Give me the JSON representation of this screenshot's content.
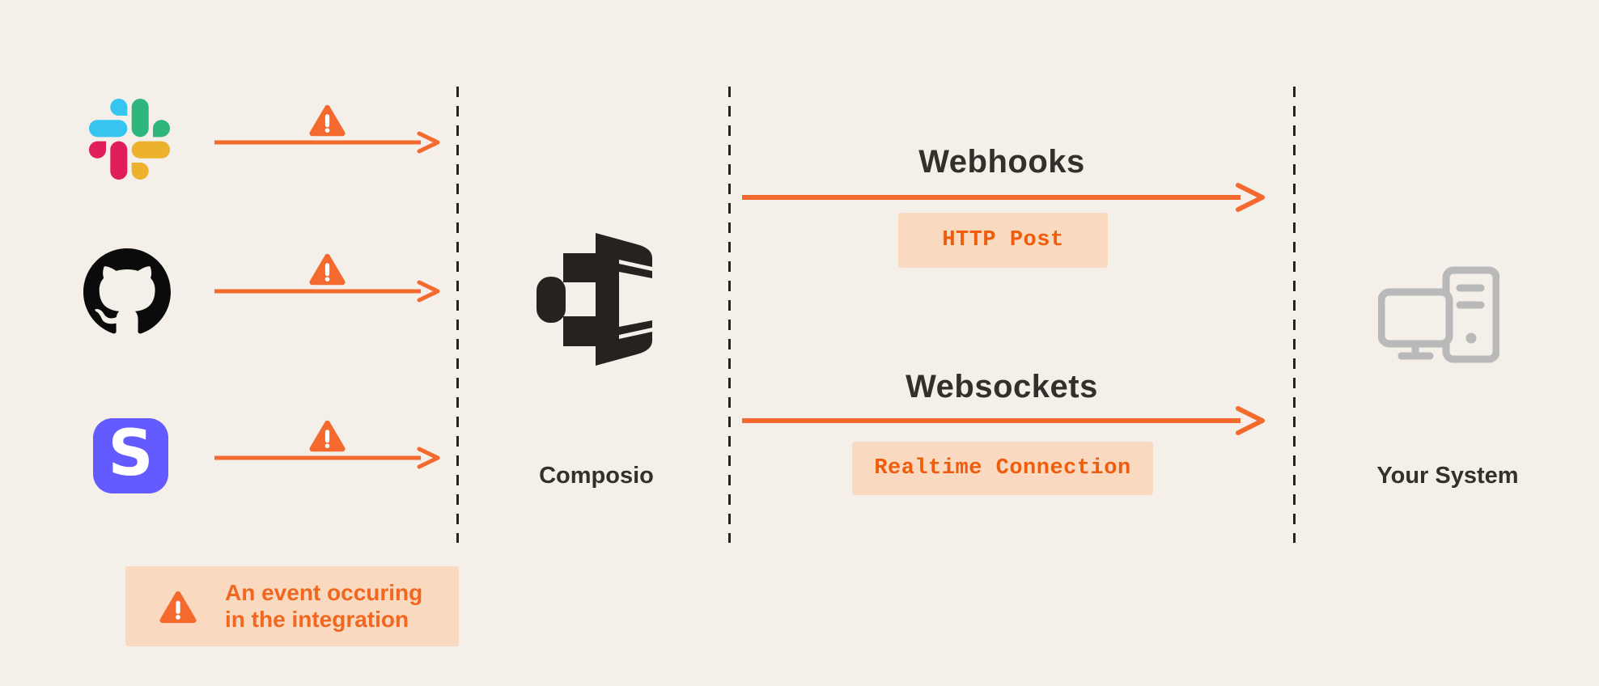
{
  "colors": {
    "background": "#F4F0E9",
    "accent_orange": "#F46A2E",
    "badge_background": "#F9D9C0",
    "badge_text": "#EE5C0C",
    "dark_text": "#33302C",
    "system_icon_gray": "#B9B9B9",
    "stripe_purple": "#635BFF",
    "composio_logo_black": "#262220"
  },
  "sources": [
    {
      "icon": "slack-logo"
    },
    {
      "icon": "github-logo"
    },
    {
      "icon": "stripe-logo",
      "letter": "S"
    }
  ],
  "hub": {
    "icon": "composio-logo",
    "label": "Composio"
  },
  "channels": [
    {
      "title": "Webhooks",
      "badge": "HTTP Post"
    },
    {
      "title": "Websockets",
      "badge": "Realtime Connection"
    }
  ],
  "destination": {
    "icon": "computer-icon",
    "label": "Your System"
  },
  "legend": {
    "icon": "warning-icon",
    "line1": "An event occuring",
    "line2": "in the integration"
  }
}
